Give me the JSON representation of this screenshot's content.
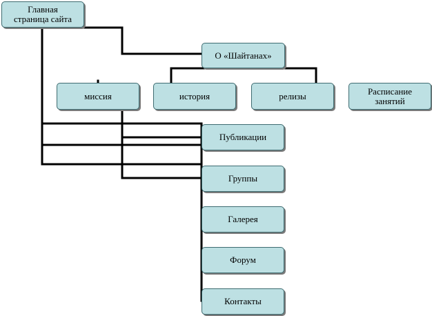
{
  "diagram": {
    "nodes": {
      "home": "Главная\nстраница сайта",
      "about": "О «Шайтанах»",
      "mission": "миссия",
      "history": "история",
      "releases": "релизы",
      "schedule": "Расписание\nзанятий",
      "publications": "Публикации",
      "groups": "Группы",
      "gallery": "Галерея",
      "forum": "Форум",
      "contacts": "Контакты"
    },
    "colors": {
      "node_fill": "#bde0e3",
      "node_border": "#3d6b70",
      "connector": "#000000"
    }
  }
}
